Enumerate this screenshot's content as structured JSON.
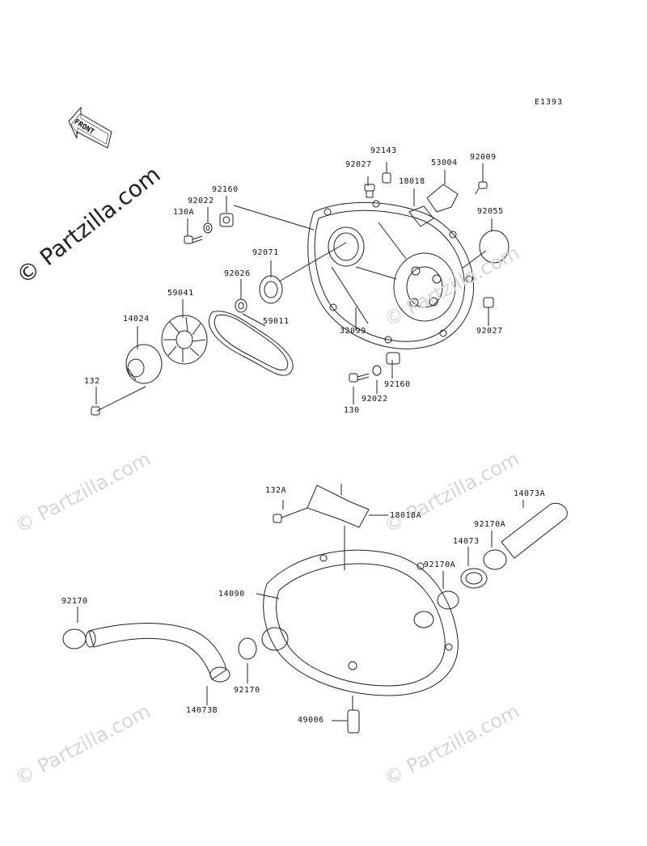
{
  "diagram_code": "E1393",
  "front_label": "FRONT",
  "watermark": "© Partzilla.com",
  "parts": {
    "p92143": "92143",
    "p92027a": "92027",
    "p53004": "53004",
    "p92009": "92009",
    "p18018": "18018",
    "p92055": "92055",
    "p92160a": "92160",
    "p92022a": "92022",
    "p130A": "130A",
    "p92071": "92071",
    "p92026": "92026",
    "p59041": "59041",
    "p14024": "14024",
    "p59011": "59011",
    "p32099": "32099",
    "p92027b": "92027",
    "p132": "132",
    "p92160b": "92160",
    "p92022b": "92022",
    "p130": "130",
    "p132A": "132A",
    "p18018A": "18018A",
    "p14073A": "14073A",
    "p92170Aa": "92170A",
    "p14073": "14073",
    "p92170Ab": "92170A",
    "p14090": "14090",
    "p92170a": "92170",
    "p92170b": "92170",
    "p14073B": "14073B",
    "p49006": "49006"
  }
}
